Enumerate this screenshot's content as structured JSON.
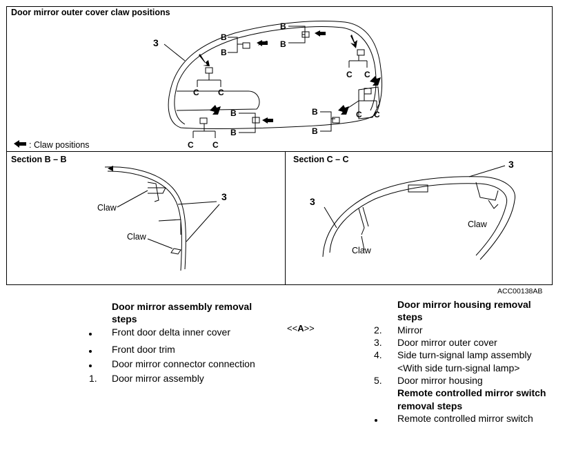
{
  "figure": {
    "top_title": "Door mirror outer cover claw positions",
    "top_callout": "3",
    "legend_text": ": Claw positions",
    "label_b": "B",
    "label_c": "C",
    "section_bb": {
      "title": "Section B – B",
      "callout": "3",
      "claw1": "Claw",
      "claw2": "Claw"
    },
    "section_cc": {
      "title": "Section C – C",
      "callout_left": "3",
      "callout_right": "3",
      "claw_left": "Claw",
      "claw_right": "Claw"
    },
    "figure_code": "ACC00138AB"
  },
  "left_list": {
    "heading_line1": "Door mirror assembly removal",
    "heading_line2": "steps",
    "items": [
      {
        "marker": "•",
        "text": "Front door delta inner cover"
      },
      {
        "marker": "•",
        "text": "Front door trim"
      },
      {
        "marker": "•",
        "text": "Door mirror connector connection"
      },
      {
        "marker": "1.",
        "text": "Door mirror assembly"
      }
    ]
  },
  "center_mark": {
    "prefix": "<<",
    "letter": "A",
    "suffix": ">>"
  },
  "right_list": {
    "heading1_line1": "Door mirror housing removal",
    "heading1_line2": "steps",
    "items": [
      {
        "marker": "2.",
        "text": "Mirror"
      },
      {
        "marker": "3.",
        "text": "Door mirror outer cover"
      },
      {
        "marker": "4.",
        "text": "Side turn-signal lamp assembly"
      },
      {
        "marker": "",
        "text": "<With side turn-signal lamp>"
      },
      {
        "marker": "5.",
        "text": "Door mirror housing"
      }
    ],
    "heading2_line1": "Remote controlled mirror switch",
    "heading2_line2": "removal steps",
    "items2": [
      {
        "marker": "•",
        "text": "Remote controlled mirror switch"
      }
    ]
  }
}
